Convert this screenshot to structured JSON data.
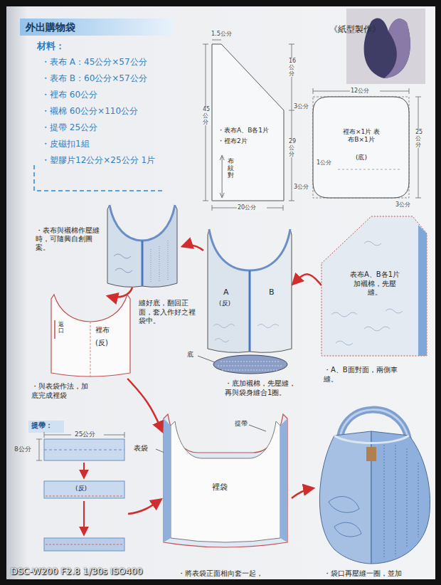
{
  "diagram": {
    "title": "外出購物袋",
    "nodes": [
      {
        "text": [
          "・表布A、B各1片",
          "・裡布2片",
          "布紋對"
        ]
      },
      {
        "text": [
          "裡布×1片 表布B×1片",
          "(底)"
        ]
      },
      {
        "text": [
          "表布A、B各1片 加襯棉，先壓縫。"
        ]
      },
      {
        "text": [
          "A",
          "B",
          "(反)"
        ]
      },
      {
        "text": [
          "返口",
          "裡布",
          "(反)"
        ]
      },
      {
        "text": [
          "裡袋"
        ]
      }
    ],
    "edges": [
      {
        "from": 2,
        "to": 3,
        "arrow": "to"
      },
      {
        "from": 4,
        "to": 5,
        "arrow": "to"
      }
    ],
    "labels": [
      "材料：",
      "・表布 A：45公分×57公分",
      "・表布 B：60公分×57公分",
      "・裡布 60公分",
      "・襯棉 60公分×110公分",
      "・提帶 25公分",
      "・皮磁扣1組",
      "・塑膠片12公分×25公分 1片",
      "《紙型製作》",
      "1.5公分",
      "16公分",
      "45公分",
      "29公分",
      "20公分",
      "12公分",
      "3公分",
      "25公分",
      "1公分",
      "3公分",
      "3公分",
      "・表布與襯棉作壓縫時，可隨興自創圖案。",
      "・A、B面對面，兩側車縫。",
      "縫好底，翻回正面，套入作好之裡袋中。",
      "底",
      "・底加襯棉，先壓縫，再與袋身縫合1圈。",
      "・與表袋作法，加底完成裡袋",
      "提帶：",
      "25公分",
      "8公分",
      "(反)",
      "表袋",
      "提帶",
      "・將表袋正面相向套一起，",
      "・袋口再壓縫一圈，並加",
      "DSC-W200 F2.8 1/30s ISO400"
    ]
  }
}
